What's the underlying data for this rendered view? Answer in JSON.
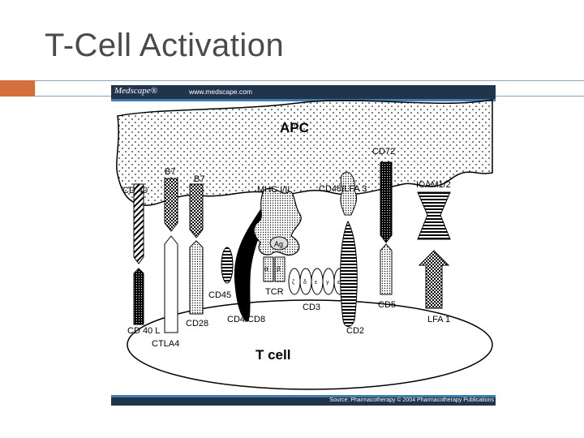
{
  "slide": {
    "title": "T-Cell Activation"
  },
  "figure": {
    "brand": "Medscape®",
    "url": "www.medscape.com",
    "source": "Source: Pharmacotherapy © 2004 Pharmacotherapy Publications",
    "labels": {
      "apc": "APC",
      "tcell": "T cell",
      "cd40": "CD 40",
      "b7a": "B7",
      "b7b": "B7",
      "mhc": "MHC I/II",
      "cd48": "CD48/LFA 3",
      "cd72": "CD72",
      "icam": "ICAM1/2",
      "ag": "Ag",
      "cd45": "CD45",
      "tcr": "TCR",
      "cd3": "CD3",
      "cd5": "CD5",
      "lfa1": "LFA 1",
      "cd40l": "CD 40 L",
      "ctla4": "CTLA4",
      "cd28": "CD28",
      "cd4cd8": "CD4/CD8",
      "cd2": "CD2",
      "zeta1": "ζ",
      "zeta2": "δ",
      "zeta3": "ε",
      "zeta4": "γ",
      "zeta5": "ε",
      "alpha": "α",
      "beta": "β"
    }
  }
}
